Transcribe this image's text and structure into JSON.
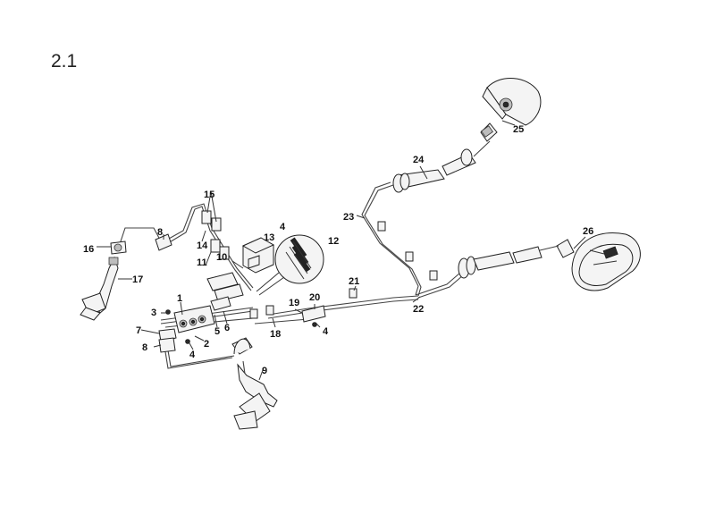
{
  "page_number": "2.1",
  "callouts": [
    {
      "id": "c1",
      "label": "1"
    },
    {
      "id": "c2",
      "label": "2"
    },
    {
      "id": "c3",
      "label": "3"
    },
    {
      "id": "c4a",
      "label": "4"
    },
    {
      "id": "c4b",
      "label": "4"
    },
    {
      "id": "c4c",
      "label": "4"
    },
    {
      "id": "c5",
      "label": "5"
    },
    {
      "id": "c6",
      "label": "6"
    },
    {
      "id": "c7",
      "label": "7"
    },
    {
      "id": "c8a",
      "label": "8"
    },
    {
      "id": "c8b",
      "label": "8"
    },
    {
      "id": "c9",
      "label": "9"
    },
    {
      "id": "c10",
      "label": "10"
    },
    {
      "id": "c11",
      "label": "11"
    },
    {
      "id": "c12",
      "label": "12"
    },
    {
      "id": "c13",
      "label": "13"
    },
    {
      "id": "c14",
      "label": "14"
    },
    {
      "id": "c15",
      "label": "15"
    },
    {
      "id": "c16",
      "label": "16"
    },
    {
      "id": "c17",
      "label": "17"
    },
    {
      "id": "c18",
      "label": "18"
    },
    {
      "id": "c19",
      "label": "19"
    },
    {
      "id": "c20",
      "label": "20"
    },
    {
      "id": "c21",
      "label": "21"
    },
    {
      "id": "c22",
      "label": "22"
    },
    {
      "id": "c23",
      "label": "23"
    },
    {
      "id": "c24",
      "label": "24"
    },
    {
      "id": "c25",
      "label": "25"
    },
    {
      "id": "c26",
      "label": "26"
    }
  ]
}
